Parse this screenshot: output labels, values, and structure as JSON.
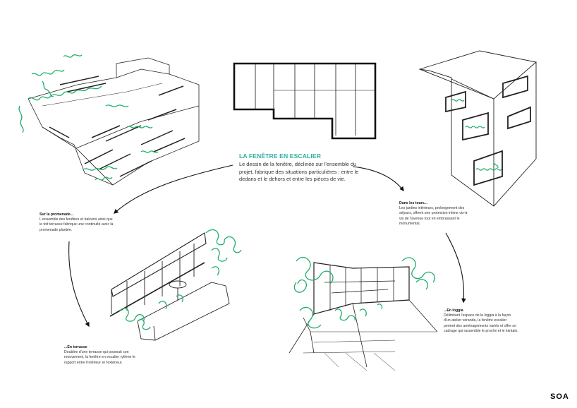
{
  "palette": {
    "ink": "#1a1a1a",
    "accent": "#1fae6a",
    "title": "#2bb0a0"
  },
  "main": {
    "title": "LA FENÊTRE EN ESCALIER",
    "body": "Le dessin de la fenêtre, déclinée sur l'ensemble du projet, fabrique des situations particulières ; entre le dedans et le dehors et entre les pièces de vie."
  },
  "captions": {
    "promenade": {
      "heading": "Sur la promenade...",
      "body": "L'ensemble des fenêtres et balcons ainsi que le toit terrasse fabrique une continuité avec la promenade plantée."
    },
    "terrasse": {
      "heading": "...En terrasse",
      "body": "Doublée d'une terrasse qui poursuit son mouvement, la fenêtre en escalier rythme le rapport entre l'intérieur et l'extérieur."
    },
    "tours": {
      "heading": "Dans les tours...",
      "body": "Les jardins intérieurs, prolongement des séjours, offrent une protection intime vis-à-vis de l'avenue tout en embrassant le monumental."
    },
    "loggia": {
      "heading": "...En loggia",
      "body": "Délimitant l'espace de la loggia à la façon d'un atelier véranda, la fenêtre escalier permet des aménagements variés et offre un cadrage qui rassemble le proche et le lointain."
    }
  },
  "logo": {
    "text": "SOA"
  }
}
